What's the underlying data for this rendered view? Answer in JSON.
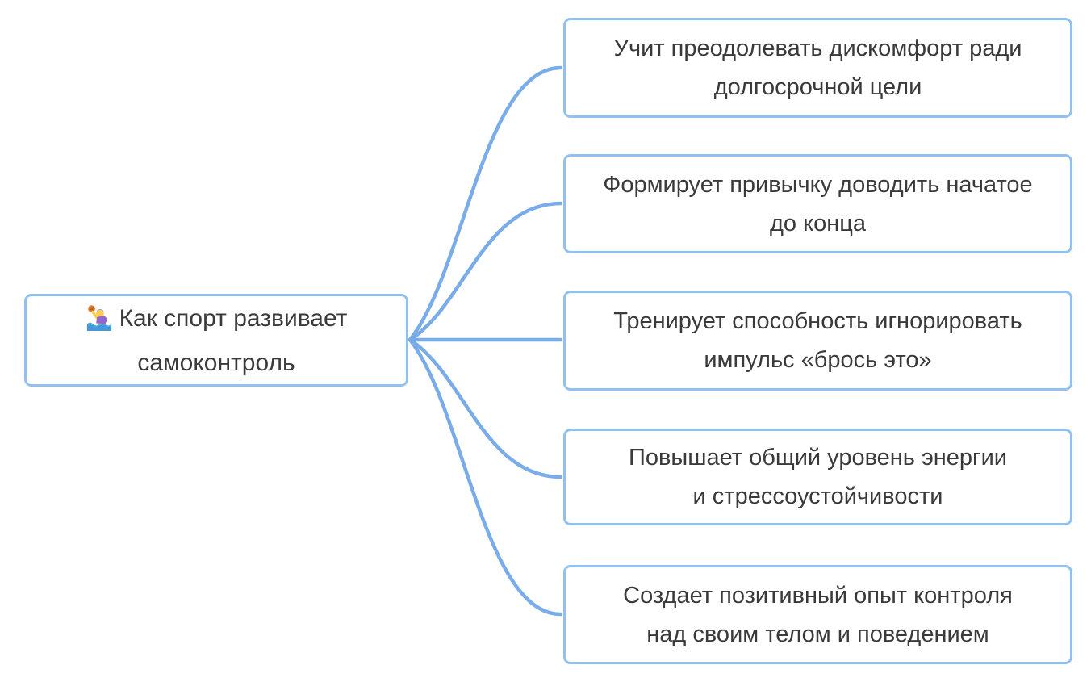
{
  "diagram": {
    "title": "Как спорт развивает самоконтроль",
    "central_node": {
      "emoji": "🤽‍♀️",
      "emoji_name": "woman-playing-water-polo",
      "label": "Как спорт развивает\nсамоконтроль"
    },
    "branches": [
      {
        "text": "Учит преодолевать дискомфорт ради\nдолгосрочной цели"
      },
      {
        "text": "Формирует привычку доводить начатое\nдо конца"
      },
      {
        "text": "Тренирует способность игнорировать\nимпульс «брось это»"
      },
      {
        "text": "Повышает общий уровень энергии\nи стрессоустойчивости"
      },
      {
        "text": "Создает позитивный опыт контроля\nнад своим телом и поведением"
      }
    ],
    "colors": {
      "background": "#FFFFFF",
      "connector": "#79ACE9",
      "node_border": "#91C1F0",
      "text": "#3A3A3A"
    }
  }
}
